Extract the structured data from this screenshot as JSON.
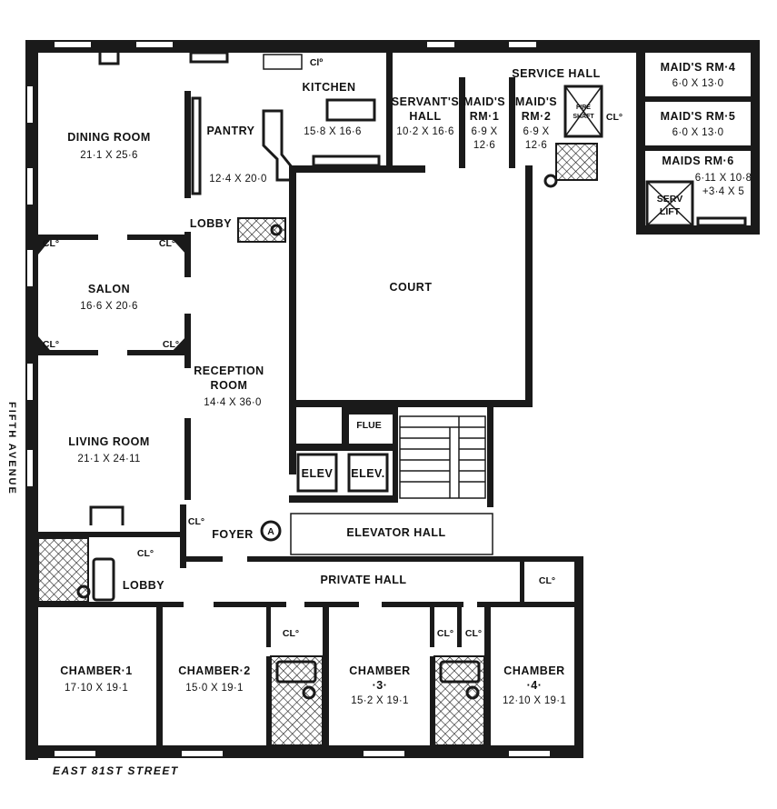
{
  "rooms": {
    "dining_room": {
      "name": "DINING ROOM",
      "dims": "21·1 X 25·6"
    },
    "pantry": {
      "name": "PANTRY",
      "dims": "12·4 X 20·0"
    },
    "kitchen": {
      "name": "KITCHEN",
      "dims": "15·8 X 16·6"
    },
    "servants_hall": {
      "name1": "SERVANT'S",
      "name2": "HALL",
      "dims": "10·2 X 16·6"
    },
    "maids_rm_1": {
      "name1": "MAID'S",
      "name2": "RM·1",
      "dims1": "6·9 X",
      "dims2": "12·6"
    },
    "maids_rm_2": {
      "name1": "MAID'S",
      "name2": "RM·2",
      "dims1": "6·9 X",
      "dims2": "12·6"
    },
    "service_hall": {
      "name": "SERVICE HALL"
    },
    "maids_rm_4": {
      "name": "MAID'S RM·4",
      "dims": "6·0 X 13·0"
    },
    "maids_rm_5": {
      "name": "MAID'S RM·5",
      "dims": "6·0 X 13·0"
    },
    "maids_rm_6": {
      "name": "MAIDS RM·6",
      "dims1": "6·11 X 10·8",
      "dims2": "+3·4 X 5"
    },
    "serv_lift": {
      "name1": "SERV",
      "name2": "LIFT"
    },
    "fire_shaft": {
      "name1": "FIRE",
      "name2": "SHAFT"
    },
    "lobby_upper": {
      "name": "LOBBY"
    },
    "salon": {
      "name": "SALON",
      "dims": "16·6 X 20·6"
    },
    "court": {
      "name": "COURT"
    },
    "reception_room": {
      "name1": "RECEPTION",
      "name2": "ROOM",
      "dims": "14·4 X 36·0"
    },
    "living_room": {
      "name": "LIVING ROOM",
      "dims": "21·1 X 24·11"
    },
    "elev_1": {
      "name": "ELEV"
    },
    "elev_2": {
      "name": "ELEV."
    },
    "flue": {
      "name": "FLUE"
    },
    "elevator_hall": {
      "name": "ELEVATOR HALL"
    },
    "foyer": {
      "name": "FOYER",
      "marker": "A"
    },
    "lobby_lower": {
      "name": "LOBBY"
    },
    "private_hall": {
      "name": "PRIVATE HALL"
    },
    "chamber_1": {
      "name": "CHAMBER·1",
      "dims": "17·10 X 19·1"
    },
    "chamber_2": {
      "name": "CHAMBER·2",
      "dims": "15·0 X 19·1"
    },
    "chamber_3": {
      "name1": "CHAMBER",
      "name2": "·3·",
      "dims": "15·2 X 19·1"
    },
    "chamber_4": {
      "name1": "CHAMBER",
      "name2": "·4·",
      "dims": "12·10 X 19·1"
    }
  },
  "closet_label": "CL°",
  "closet_label_kitchen": "Clº",
  "street_south": "EAST 81ST STREET",
  "street_west": "FIFTH AVENUE"
}
